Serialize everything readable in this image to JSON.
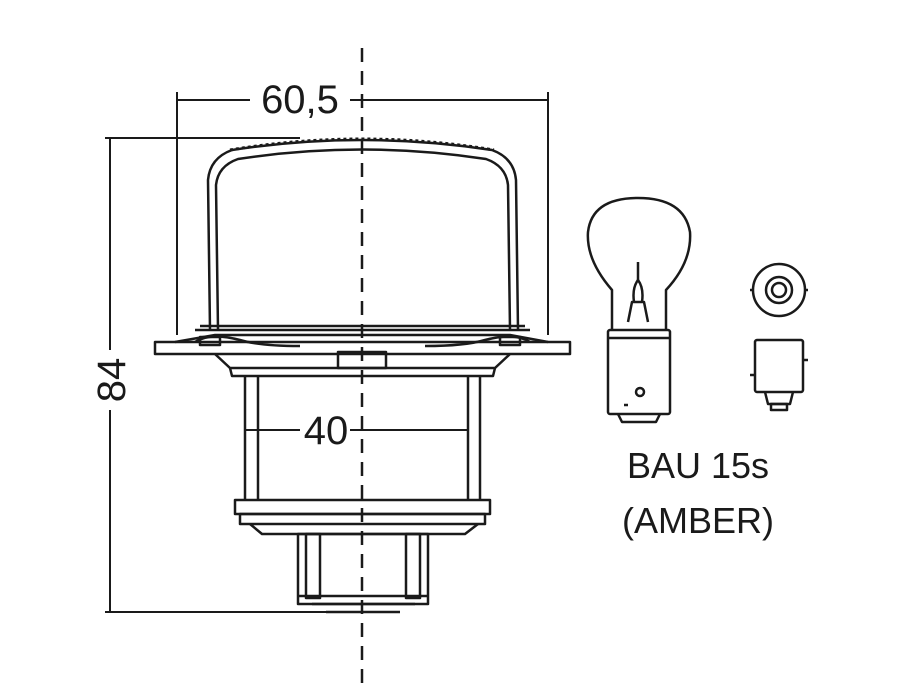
{
  "dimensions": {
    "flange_width": "60,5",
    "body_diameter": "40",
    "overall_height": "84"
  },
  "bulb": {
    "type": "BAU 15s",
    "color": "(AMBER)"
  },
  "colors": {
    "line": "#1a1a1a",
    "background": "#ffffff"
  }
}
